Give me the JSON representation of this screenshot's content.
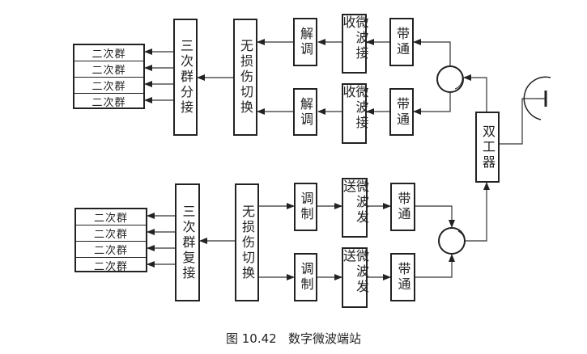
{
  "receive": {
    "secondary_groups": [
      "二次群",
      "二次群",
      "二次群",
      "二次群"
    ],
    "demux": "三次群分接",
    "switch": "无损伤切换",
    "demod": [
      "解调",
      "解调"
    ],
    "receiver": [
      "微波接收",
      "微波接收"
    ],
    "bandpass": [
      "带通",
      "带通"
    ]
  },
  "transmit": {
    "secondary_groups": [
      "二次群",
      "二次群",
      "二次群",
      "二次群"
    ],
    "mux": "三次群复接",
    "switch": "无损伤切换",
    "mod": [
      "调制",
      "调制"
    ],
    "transmitter": [
      "微波发送",
      "微波发送"
    ],
    "bandpass": [
      "带通",
      "带通"
    ]
  },
  "duplexer": "双工器",
  "icons": [
    "circulator-icon",
    "circulator-icon",
    "antenna-dish-icon"
  ],
  "caption": "图 10.42   数字微波端站"
}
